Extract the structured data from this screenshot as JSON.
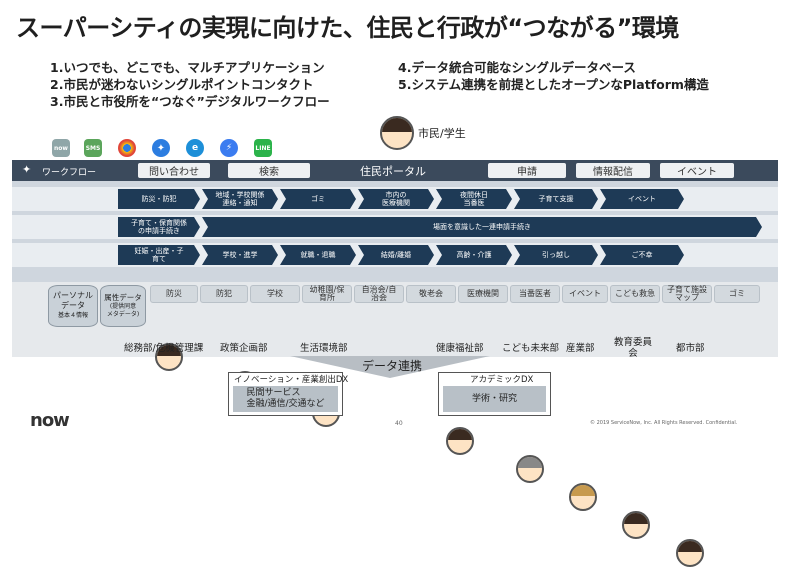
{
  "title": "スーパーシティの実現に向けた、住民と行政が“つながる”環境",
  "points_left": [
    "1.いつでも、どこでも、マルチアプリケーション",
    "2.市民が迷わないシングルポイントコンタクト",
    "3.市民と市役所を“つなぐ”デジタルワークフロー"
  ],
  "points_right": [
    "4.データ統合可能なシングルデータベース",
    "5.システム連携を前提としたオープンなPlatform構造"
  ],
  "citizen_label": "市民/学生",
  "app_icons": [
    "now-icon",
    "sms-icon",
    "chrome-icon",
    "safari-icon",
    "edge-icon",
    "messenger-icon",
    "line-icon"
  ],
  "app_icon_texts": [
    "now",
    "SMS",
    "",
    "",
    "",
    "",
    "LINE"
  ],
  "app_icon_colors": [
    "#8fa6a8",
    "#5ba55b",
    "#e0453a",
    "#2c7de0",
    "#1d8fd8",
    "#3b7cf0",
    "#2bb34a"
  ],
  "topbar": {
    "workflow": "ワークフロー",
    "inquiry": "問い合わせ",
    "search": "検索",
    "portal": "住民ポータル",
    "apply": "申請",
    "info": "情報配信",
    "event": "イベント"
  },
  "rows": {
    "r1": [
      "防災・防犯",
      "地域・学校関係\n連絡・通知",
      "ゴミ",
      "市内の\n医療機関",
      "夜間休日\n当番医",
      "子育て支援",
      "イベント"
    ],
    "r2": [
      "子育て・保育関係\nの申請手続き",
      "場面を意識した一連申請手続き"
    ],
    "r3": [
      "妊娠・出産・子\n育て",
      "学校・進学",
      "就職・退職",
      "結婚/離婚",
      "高齢・介護",
      "引っ越し",
      "ご不幸"
    ]
  },
  "categories": [
    "防災",
    "防犯",
    "学校",
    "幼稚園/保\n育所",
    "自治会/自\n治会",
    "敬老会",
    "医療機関",
    "当番医者",
    "イベント",
    "こども救急",
    "子育て施設\nマップ",
    "ゴミ"
  ],
  "databases": {
    "personal": "パーソナル\nデータ",
    "personal_sub": "基本４情報",
    "attribute": "属性データ",
    "attribute_sub": "(提供同意\nメタデータ)"
  },
  "departments": [
    "総務部/危機管理課",
    "政策企画部",
    "生活環境部",
    "健康福祉部",
    "こども未来部",
    "産業部",
    "教育委員\n会",
    "都市部"
  ],
  "data_link": "データ連携",
  "innovation": {
    "title": "イノベーション・産業創出DX",
    "body": "民間サービス\n金融/通信/交通など"
  },
  "academic": {
    "title": "アカデミックDX",
    "body": "学術・研究"
  },
  "page_number": "40",
  "logo": "now",
  "copyright": "© 2019 ServiceNow, Inc. All Rights Reserved. Confidential."
}
